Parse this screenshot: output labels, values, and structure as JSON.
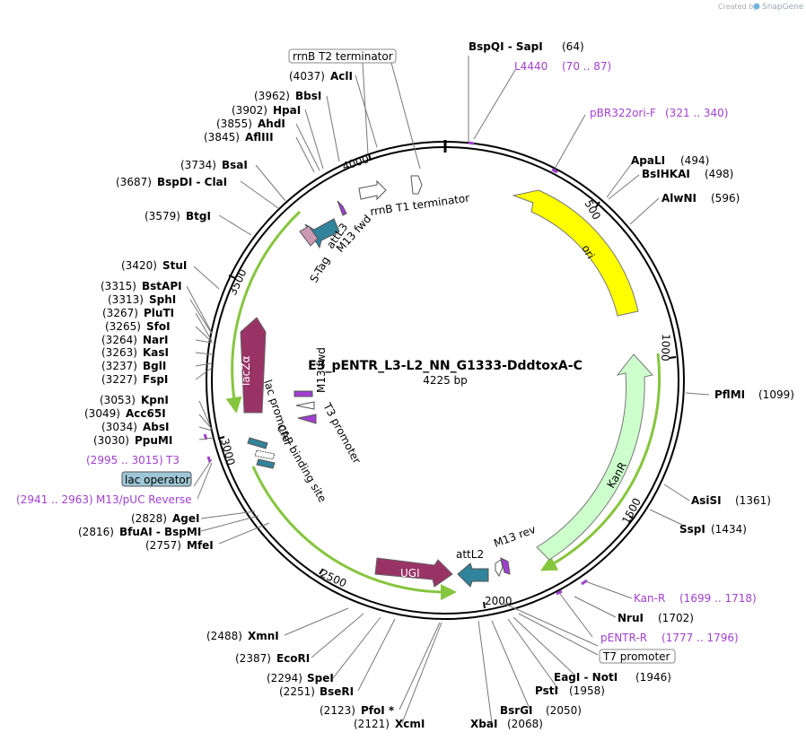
{
  "watermark": {
    "created_by": "Created by",
    "brand": "SnapGene"
  },
  "plasmid": {
    "name": "E3_pENTR_L3-L2_NN_G1333-DddtoxA-C",
    "length": "4225 bp"
  },
  "ruler_ticks": [
    "500",
    "1000",
    "1500",
    "2000",
    "2500",
    "3000",
    "3500",
    "4000"
  ],
  "enzymes": [
    {
      "name": "BspQI  - SapI",
      "pos": "(64)"
    },
    {
      "name": "ApaLI",
      "pos": "(494)"
    },
    {
      "name": "BsIHKAI",
      "pos": "(498)"
    },
    {
      "name": "AlwNI",
      "pos": "(596)"
    },
    {
      "name": "PflMI",
      "pos": "(1099)"
    },
    {
      "name": "AsiSI",
      "pos": "(1361)"
    },
    {
      "name": "SspI",
      "pos": "(1434)"
    },
    {
      "name": "NruI",
      "pos": "(1702)"
    },
    {
      "name": "EagI  - NotI",
      "pos": "(1946)"
    },
    {
      "name": "PstI",
      "pos": "(1958)"
    },
    {
      "name": "BsrGI",
      "pos": "(2050)"
    },
    {
      "name": "XbaI",
      "pos": "(2068)"
    },
    {
      "name": "PfoI *",
      "pos": "(2123)"
    },
    {
      "name": "XcmI",
      "pos": "(2121)"
    },
    {
      "name": "BseRI",
      "pos": "(2251)"
    },
    {
      "name": "SpeI",
      "pos": "(2294)"
    },
    {
      "name": "EcoRI",
      "pos": "(2387)"
    },
    {
      "name": "XmnI",
      "pos": "(2488)"
    },
    {
      "name": "MfeI",
      "pos": "(2757)"
    },
    {
      "name": "BfuAI  - BspMI",
      "pos": "(2816)"
    },
    {
      "name": "AgeI",
      "pos": "(2828)"
    },
    {
      "name": "PpuMI",
      "pos": "(3030)"
    },
    {
      "name": "AbsI",
      "pos": "(3034)"
    },
    {
      "name": "Acc65I",
      "pos": "(3049)"
    },
    {
      "name": "KpnI",
      "pos": "(3053)"
    },
    {
      "name": "FspI",
      "pos": "(3227)"
    },
    {
      "name": "BglI",
      "pos": "(3237)"
    },
    {
      "name": "KasI",
      "pos": "(3263)"
    },
    {
      "name": "NarI",
      "pos": "(3264)"
    },
    {
      "name": "SfoI",
      "pos": "(3265)"
    },
    {
      "name": "PluTI",
      "pos": "(3267)"
    },
    {
      "name": "SphI",
      "pos": "(3313)"
    },
    {
      "name": "BstAPI",
      "pos": "(3315)"
    },
    {
      "name": "StuI",
      "pos": "(3420)"
    },
    {
      "name": "BtgI",
      "pos": "(3579)"
    },
    {
      "name": "BspDI  - ClaI",
      "pos": "(3687)"
    },
    {
      "name": "BsaI",
      "pos": "(3734)"
    },
    {
      "name": "AflIII",
      "pos": "(3845)"
    },
    {
      "name": "AhdI",
      "pos": "(3855)"
    },
    {
      "name": "HpaI",
      "pos": "(3902)"
    },
    {
      "name": "BbsI",
      "pos": "(3962)"
    },
    {
      "name": "AclI",
      "pos": "(4037)"
    }
  ],
  "primers": [
    {
      "name": "L4440",
      "range": "(70 .. 87)"
    },
    {
      "name": "pBR322ori-F",
      "range": "(321 .. 340)"
    },
    {
      "name": "Kan-R",
      "range": "(1699 .. 1718)"
    },
    {
      "name": "pENTR-R",
      "range": "(1777 .. 1796)"
    },
    {
      "name": "M13/pUC Reverse",
      "range": "(2941 .. 2963)"
    },
    {
      "name": "T3",
      "range": "(2995 .. 3015)"
    }
  ],
  "boxed_features": {
    "rrnb_t2": "rrnB T2 terminator",
    "t7": "T7 promoter",
    "lac_op": "lac operator"
  },
  "features": {
    "ori": "ori",
    "kanr": "KanR",
    "ugi": "UGI",
    "lacza": "lacZα",
    "attl2": "attL2",
    "m13rev": "M13 rev",
    "attl3": "attL3",
    "m13fwd_outer": "M13 fwd",
    "stag": "S-Tag",
    "rrnb_t1": "rrnB T1 terminator",
    "m13fwd_inner": "M13 fwd",
    "t3_prom": "T3 promoter",
    "lac_prom": "lac promoter",
    "cap_site": "CAP binding site"
  },
  "colors": {
    "ori": "#ffff00",
    "kanr": "#ccffcc",
    "ugi": "#993366",
    "lacza": "#993366",
    "attl": "#31849b",
    "stag": "#cc99b2",
    "primer": "#a23fd2",
    "orf": "#86c53e",
    "lac_op_box": "#9ec7d6"
  }
}
